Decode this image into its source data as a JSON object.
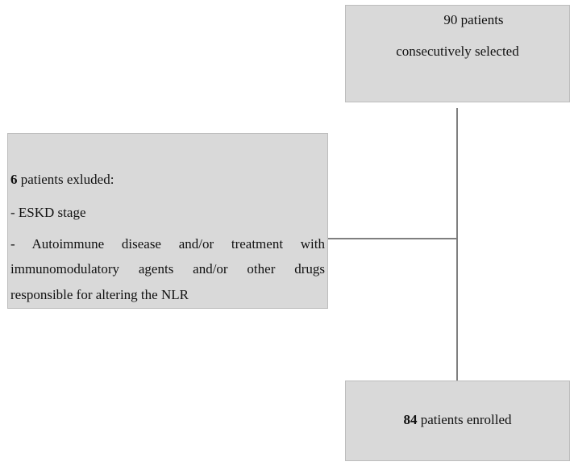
{
  "top_box": {
    "line1": "90 patients",
    "line2": "consecutively selected"
  },
  "left_box": {
    "count": "6",
    "heading_rest": " patients exluded:",
    "item1": "- ESKD stage",
    "item2_line1": "- Autoimmune disease and/or treatment with",
    "item2_line2": "immunomodulatory agents and/or other drugs",
    "item2_line3": "responsible for altering the NLR"
  },
  "bottom_box": {
    "count": "84",
    "rest": " patients enrolled"
  },
  "colors": {
    "box_fill": "#d9d9d9",
    "connector": "#7f7f7f"
  }
}
